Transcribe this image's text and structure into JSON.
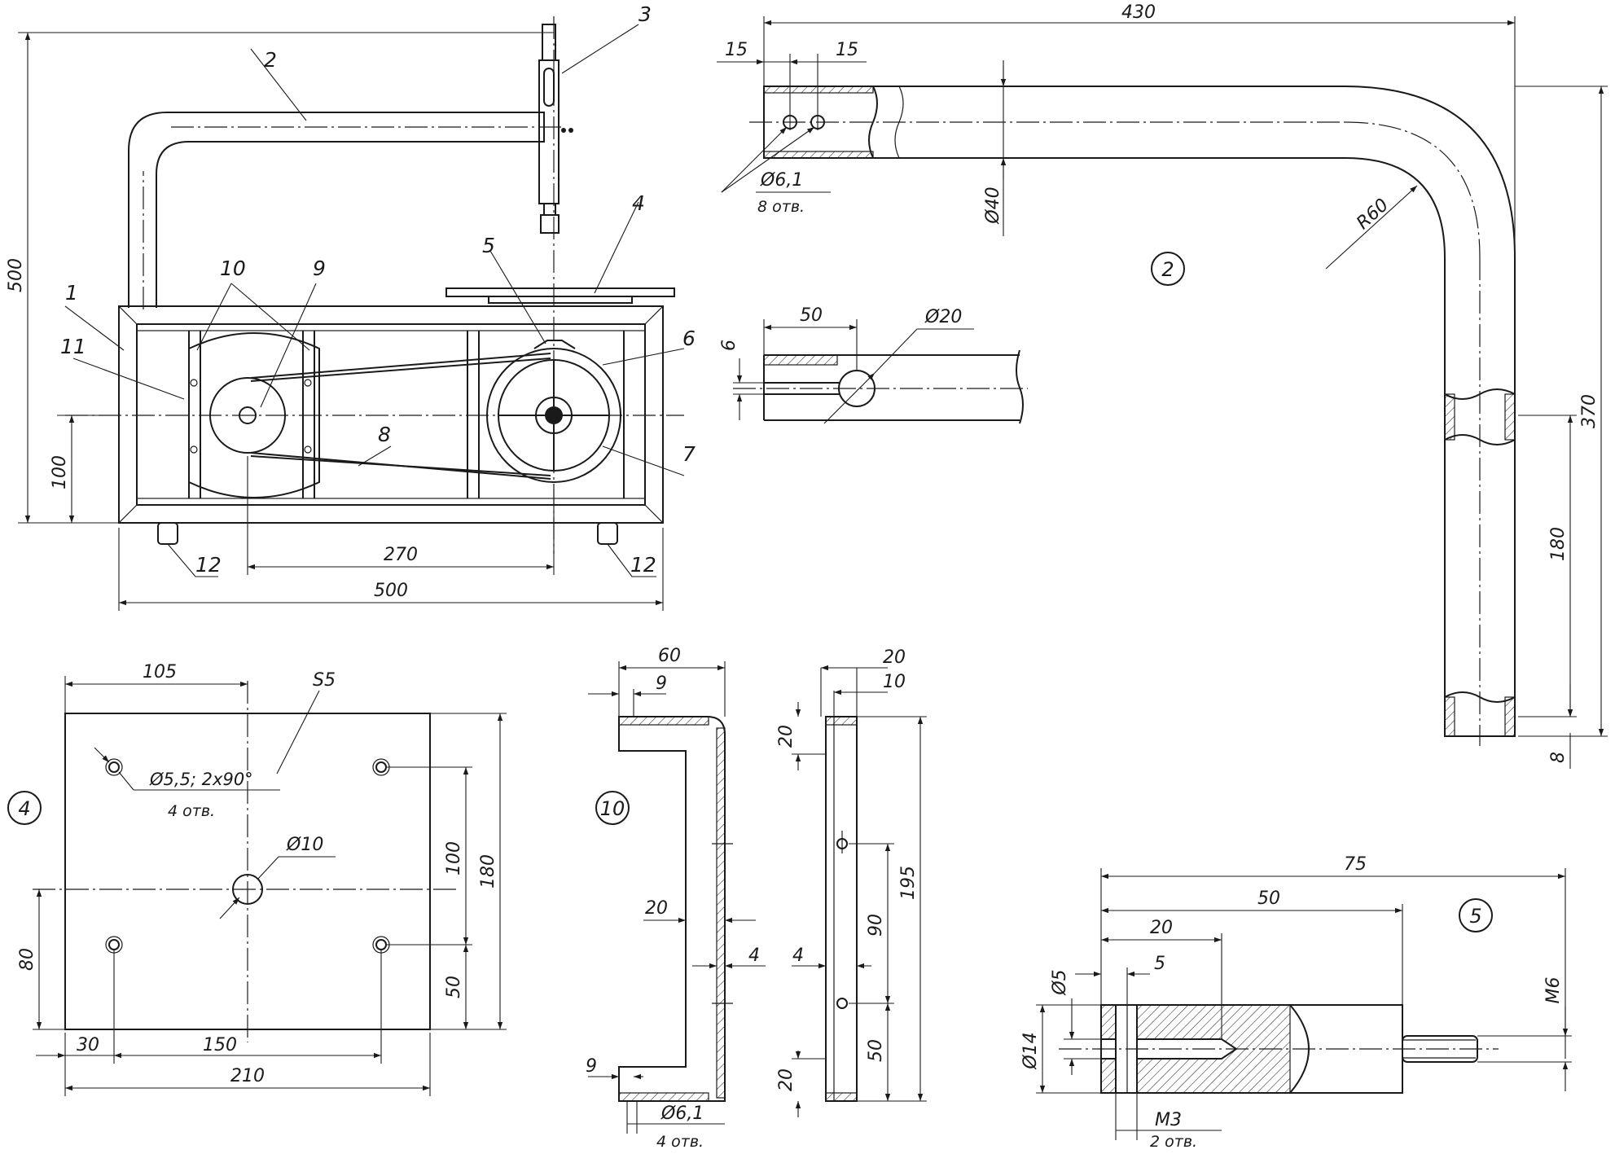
{
  "colors": {
    "line": "#1a1a1a",
    "background": "#ffffff"
  },
  "assembly": {
    "callouts": [
      "1",
      "2",
      "3",
      "4",
      "5",
      "6",
      "7",
      "8",
      "9",
      "10",
      "11",
      "12",
      "12"
    ],
    "dims": {
      "height": "500",
      "left_low": "100",
      "shaft_span": "270",
      "width": "500"
    }
  },
  "part2": {
    "badge": "2",
    "dims": {
      "length": "430",
      "end_a": "15",
      "end_b": "15",
      "hole": "Ø6,1",
      "hole_count": "8 отв.",
      "tube": "Ø40",
      "radius": "R60",
      "height": "370",
      "lower": "180",
      "bottom": "8"
    }
  },
  "slot_detail": {
    "dims": {
      "depth": "50",
      "hole": "Ø20",
      "slot": "6"
    }
  },
  "part4": {
    "badge": "4",
    "dims": {
      "thickness": "S5",
      "half": "105",
      "hole": "Ø5,5; 2х90°",
      "hole_count": "4 отв.",
      "center_hole": "Ø10",
      "h100": "100",
      "h180": "180",
      "h80": "80",
      "h50": "50",
      "w30": "30",
      "w150": "150",
      "w210": "210"
    }
  },
  "part10": {
    "badge": "10",
    "dims": {
      "w60": "60",
      "w9": "9",
      "w20": "20",
      "w4": "4",
      "w9b": "9",
      "hole": "Ø6,1",
      "hole_count": "4 отв.",
      "s20": "20",
      "s10": "10",
      "s20a": "20",
      "s195": "195",
      "s90": "90",
      "s4": "4",
      "s50": "50",
      "s20b": "20"
    }
  },
  "part5": {
    "badge": "5",
    "dims": {
      "l75": "75",
      "l50": "50",
      "l20": "20",
      "l5": "5",
      "d5": "Ø5",
      "d14": "Ø14",
      "thread": "M6",
      "m3": "M3",
      "m3_count": "2 отв."
    }
  }
}
